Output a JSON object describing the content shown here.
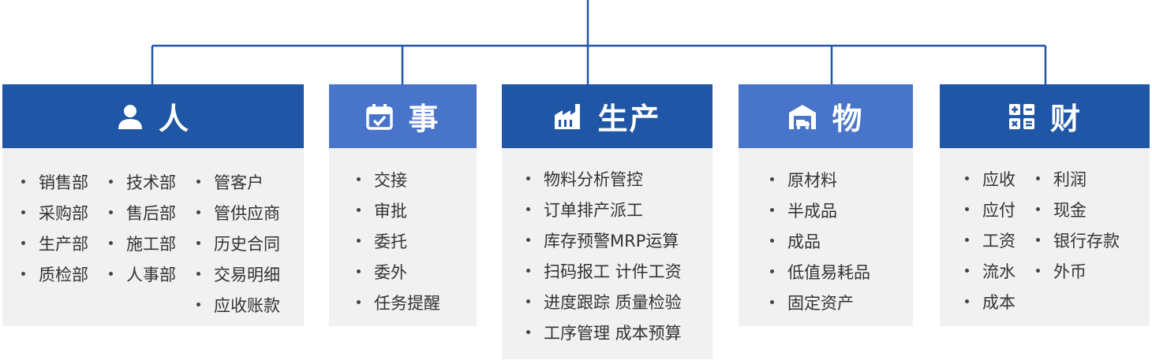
{
  "cards": {
    "people": {
      "title": "人",
      "icon": "person-icon",
      "columns": [
        [
          "销售部",
          "采购部",
          "生产部",
          "质检部"
        ],
        [
          "技术部",
          "售后部",
          "施工部",
          "人事部"
        ],
        [
          "管客户",
          "管供应商",
          "历史合同",
          "交易明细",
          "应收账款"
        ]
      ]
    },
    "affairs": {
      "title": "事",
      "icon": "calendar-check-icon",
      "columns": [
        [
          "交接",
          "审批",
          "委托",
          "委外",
          "任务提醒"
        ]
      ]
    },
    "production": {
      "title": "生产",
      "icon": "factory-icon",
      "columns": [
        [
          "物料分析管控",
          "订单排产派工",
          "库存预警MRP运算",
          "扫码报工 计件工资",
          "进度跟踪 质量检验",
          "工序管理 成本预算"
        ]
      ]
    },
    "goods": {
      "title": "物",
      "icon": "warehouse-truck-icon",
      "columns": [
        [
          "原材料",
          "半成品",
          "成品",
          "低值易耗品",
          "固定资产"
        ]
      ]
    },
    "finance": {
      "title": "财",
      "icon": "calculator-icon",
      "columns": [
        [
          "应收",
          "应付",
          "工资",
          "流水",
          "成本"
        ],
        [
          "利润",
          "现金",
          "银行存款",
          "外币"
        ]
      ]
    }
  },
  "colors": {
    "dark": "#1f56a6",
    "light": "#4874c9",
    "body": "#f1f1f1",
    "line": "#1f56a6"
  }
}
